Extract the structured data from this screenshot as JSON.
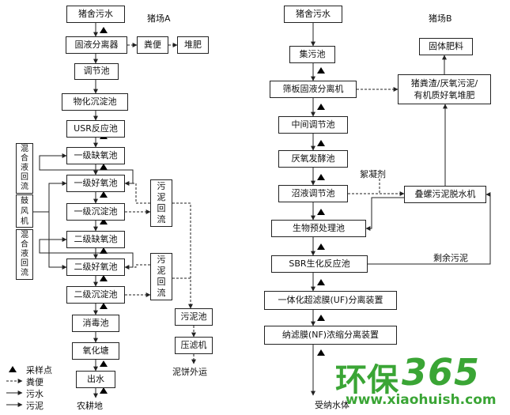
{
  "farm_a": {
    "title": "猪场A",
    "nodes": {
      "wastewater": "猪舍污水",
      "separator": "固液分离器",
      "manure": "粪便",
      "compost": "堆肥",
      "regulating_tank": "调节池",
      "physchem_tank": "物化沉淀池",
      "usr": "USR反应池",
      "anoxic1": "一级缺氧池",
      "aerobic1": "一级好氧池",
      "sedimentation1": "一级沉淀池",
      "anoxic2": "二级缺氧池",
      "aerobic2": "二级好氧池",
      "sedimentation2": "二级沉淀池",
      "disinfection": "消毒池",
      "oxidation_pond": "氧化塘",
      "effluent": "出水",
      "farmland": "农耕地",
      "sludge_return1": "污\n泥\n回\n流",
      "sludge_return2": "污\n泥\n回\n流",
      "sludge_tank": "污泥池",
      "filter_press": "压滤机",
      "sludge_cake": "泥饼外运",
      "mixed_return1": "混\n合\n液\n回\n流",
      "blower": "鼓\n风\n机",
      "mixed_return2": "混\n合\n液\n回\n流"
    }
  },
  "farm_b": {
    "title": "猪场B",
    "nodes": {
      "wastewater": "猪舍污水",
      "collection": "集污池",
      "screen_separator": "筛板固液分离机",
      "middle_regulating": "中间调节池",
      "anaerobic_digester": "厌氧发酵池",
      "biogas_regulating": "沼液调节池",
      "bio_pretreatment": "生物预处理池",
      "sbr": "SBR生化反应池",
      "uf": "一体化超滤膜(UF)分离装置",
      "nf": "纳滤膜(NF)浓缩分离装置",
      "receiving": "受纳水体",
      "solid_fertilizer": "固体肥料",
      "compost_mix": "猪粪渣/厌氧污泥/\n有机质好氧堆肥",
      "screw_press": "叠螺污泥脱水机",
      "flocculant": "絮凝剂",
      "excess_sludge": "剩余污泥"
    }
  },
  "legend": {
    "sampling": "采样点",
    "manure": "粪便",
    "wastewater": "污水",
    "sludge": "污泥"
  },
  "watermark": {
    "brand": "环保",
    "number": "365",
    "url": "www.xiaohuish.com"
  },
  "colors": {
    "watermark_green": "#3aa535",
    "line": "#222222"
  }
}
